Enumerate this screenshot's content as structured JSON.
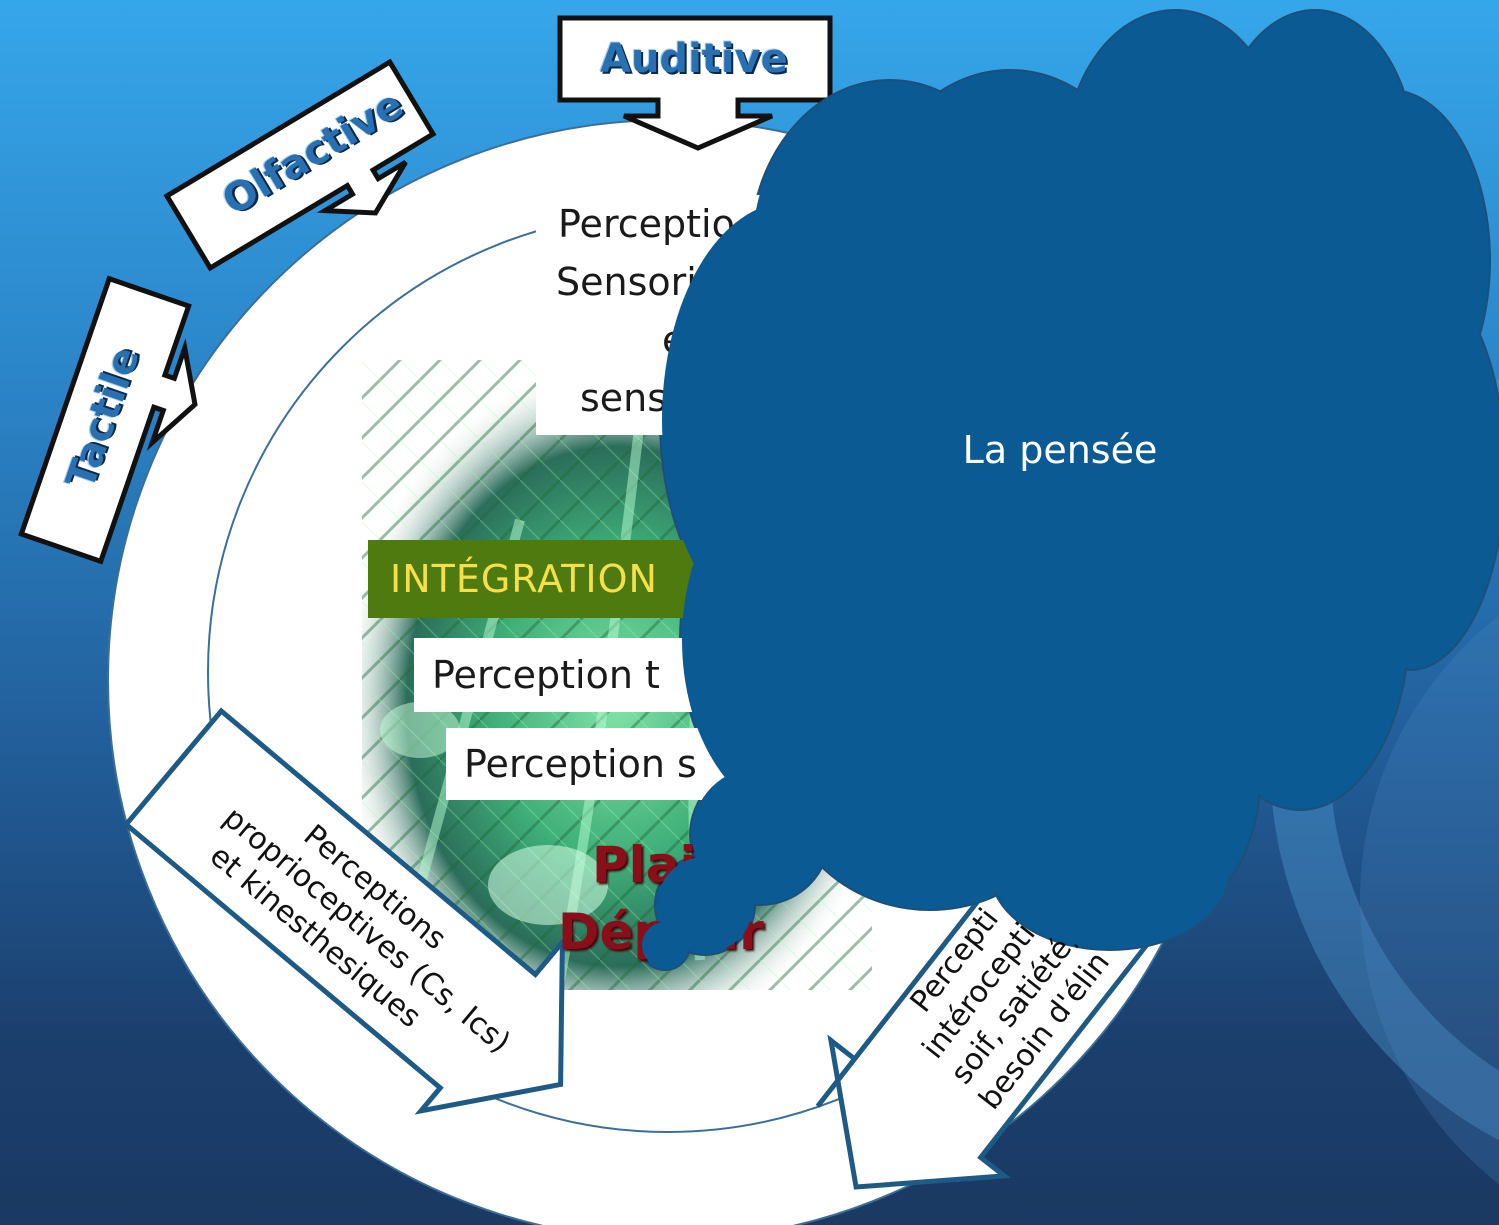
{
  "senses": {
    "auditive": "Auditive",
    "olfactive": "Olfactive",
    "tactile": "Tactile"
  },
  "perception_sensorielle": [
    "Perceptio",
    "Sensoriel",
    "et",
    "sens"
  ],
  "integration": "INTÉGRATION",
  "perception_lines": {
    "line1": "Perception t",
    "line2": "Perception s"
  },
  "plaisir": [
    "Plai",
    "Dép",
    "ir"
  ],
  "proprio": [
    "Perceptions",
    "proprioceptives (Cs, Ics)",
    "et kinesthesiques"
  ],
  "intero": [
    "Percepti",
    "intéroceptiv",
    "soif, satiété,",
    "besoin d'élin"
  ],
  "thought": "La pensée",
  "colors": {
    "background_top": "#36a6ea",
    "background_bottom": "#1a3963",
    "cloud": "#0b5a94",
    "integration_bg": "#4f7a10",
    "integration_text": "#f5e04a",
    "arrow_outline": "#1e5a86",
    "sense_label": "#2a6fb0",
    "plaisir_text": "#8a0f1a"
  }
}
